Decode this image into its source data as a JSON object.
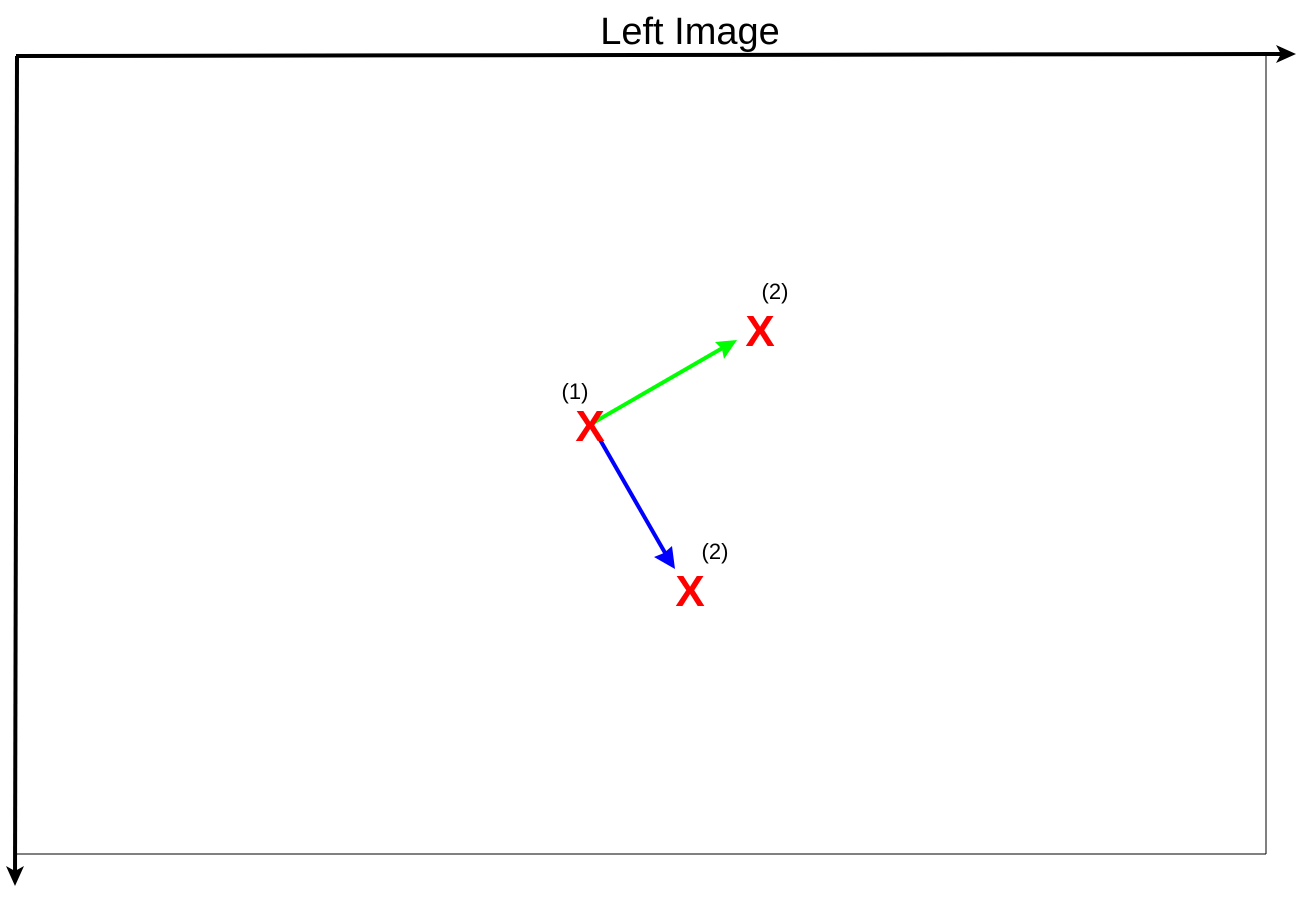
{
  "title": "Left Image",
  "points": {
    "p1": {
      "label": "(1)",
      "mark": "X"
    },
    "p2_green": {
      "label": "(2)",
      "mark": "X"
    },
    "p2_blue": {
      "label": "(2)",
      "mark": "X"
    }
  },
  "colors": {
    "axis": "#000000",
    "mark": "#ff0000",
    "green_arrow": "#00ff00",
    "blue_arrow": "#0000ff"
  },
  "icons": {
    "x_axis_arrow": "arrow-right-icon",
    "y_axis_arrow": "arrow-down-icon"
  }
}
